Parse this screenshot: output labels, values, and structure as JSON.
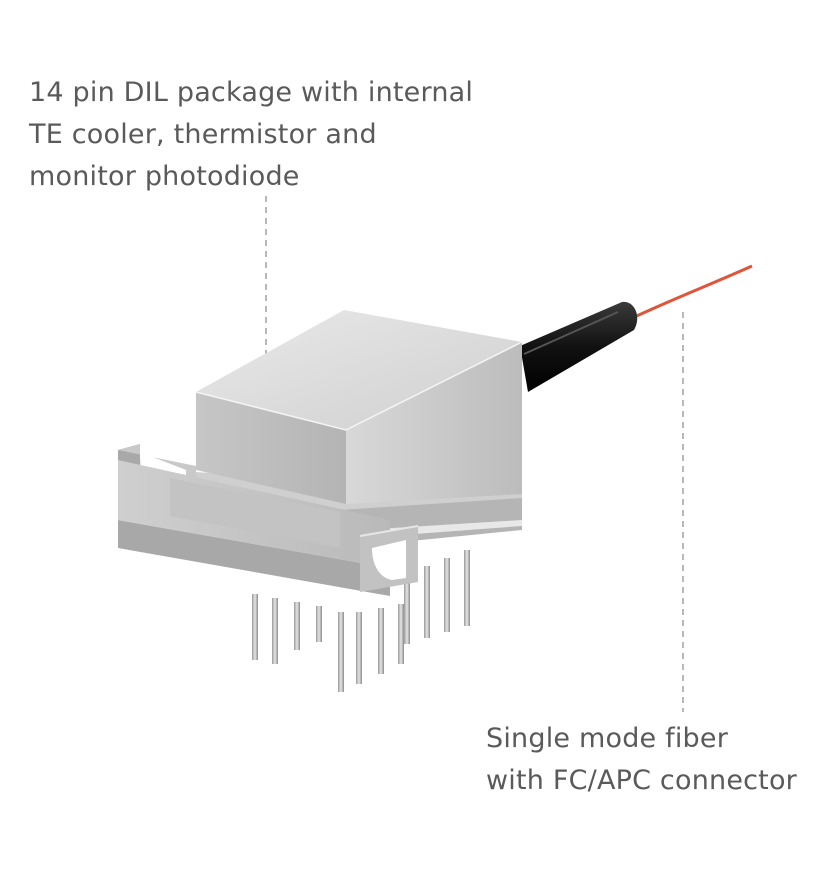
{
  "captions": {
    "package": {
      "line1": "14 pin DIL package with internal",
      "line2": "TE cooler, thermistor and",
      "line3": "monitor photodiode"
    },
    "fiber": {
      "line1": "Single mode fiber",
      "line2": "with FC/APC connector"
    }
  },
  "colors": {
    "text": "#5a5a5a",
    "leader_line": "#b8b8b8",
    "metal_light": "#dcdcdc",
    "metal_mid": "#bdbdbd",
    "metal_dark": "#8f8f8f",
    "boot": "#1a1a1a",
    "fiber": "#e0553a"
  }
}
